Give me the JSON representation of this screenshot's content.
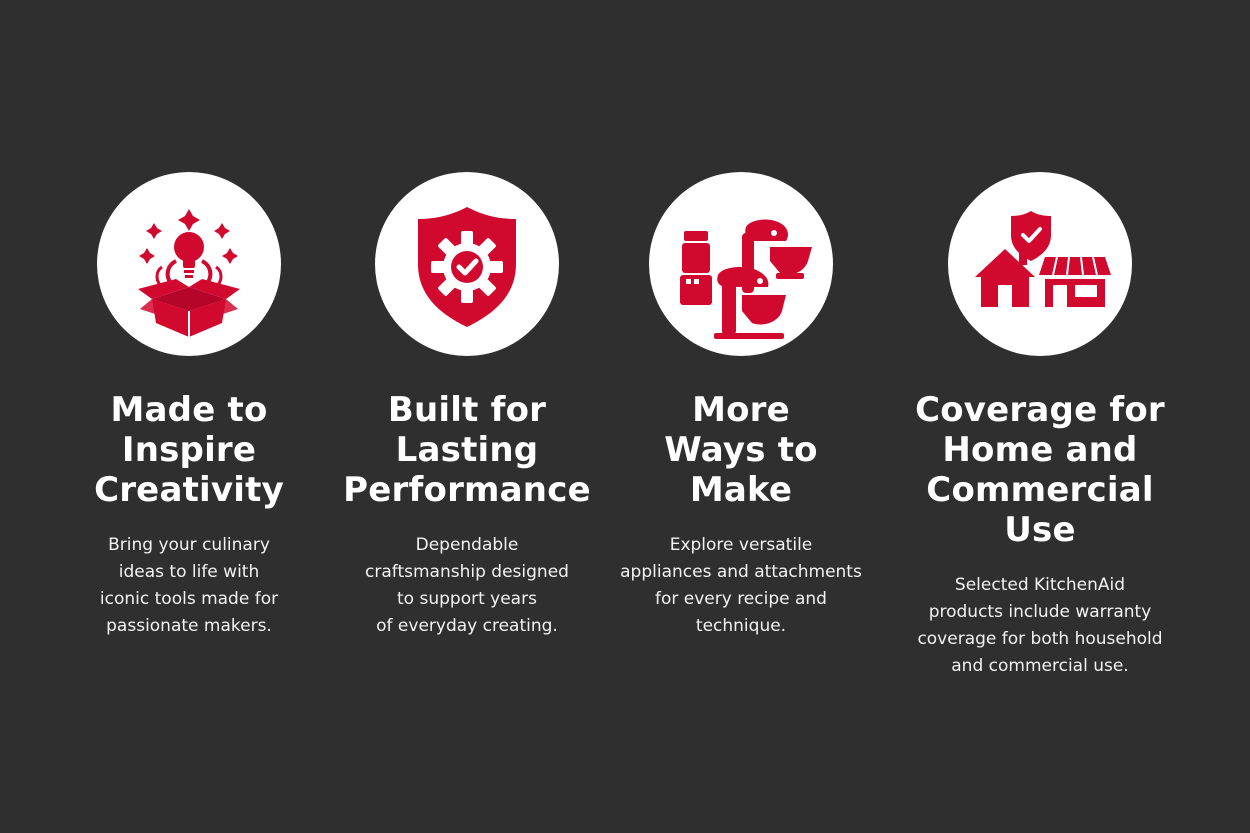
{
  "colors": {
    "background": "#2f2f2f",
    "accent": "#d2092f",
    "circle": "#ffffff",
    "text": "#ffffff"
  },
  "features": [
    {
      "icon": "idea-box-icon",
      "title": "Made to\nInspire\nCreativity",
      "description": "Bring your culinary\nideas to life with\niconic tools made for\npassionate makers."
    },
    {
      "icon": "shield-gear-check-icon",
      "title": "Built for\nLasting\nPerformance",
      "description": "Dependable\ncraftsmanship designed\nto support years\nof everyday creating."
    },
    {
      "icon": "kitchen-appliances-icon",
      "title": "More\nWays to\nMake",
      "description": "Explore versatile\nappliances and attachments\nfor every recipe and\ntechnique."
    },
    {
      "icon": "home-store-shield-icon",
      "title": "Coverage for\nHome and\nCommercial Use",
      "description": "Selected KitchenAid\nproducts include warranty\ncoverage for both household\nand commercial use."
    }
  ]
}
